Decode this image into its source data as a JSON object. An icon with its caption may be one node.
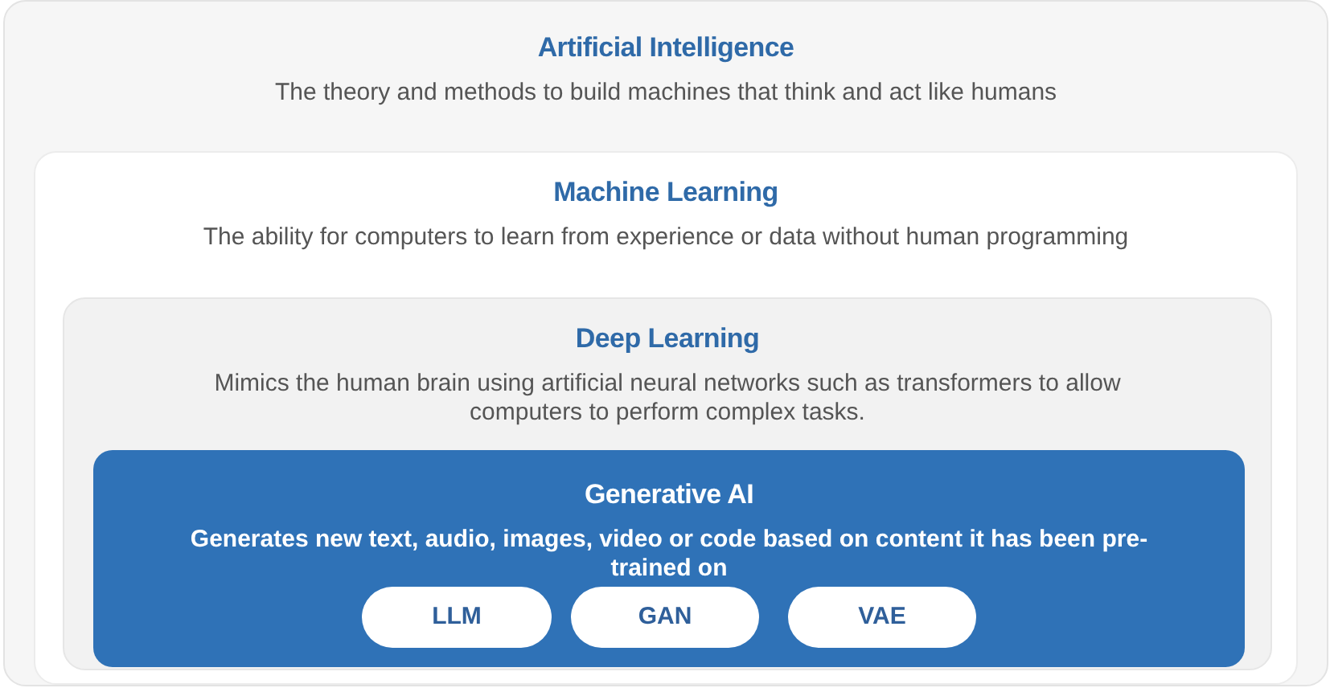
{
  "diagram": {
    "nodes": [
      {
        "text": [
          "Artificial Intelligence",
          "The theory and methods to build machines that think and act like humans"
        ]
      },
      {
        "text": [
          "Machine Learning",
          "The ability for computers to learn from experience or data without human programming"
        ],
        "in": 0
      },
      {
        "text": [
          "Deep Learning",
          "Mimics the human brain using artificial neural networks such as transformers to allow computers to perform complex tasks."
        ],
        "in": 1
      },
      {
        "text": [
          "Generative AI",
          "Generates new text, audio, images, video or code based on content it has been pre-trained on"
        ],
        "in": 2
      },
      {
        "text": [
          "LLM"
        ],
        "in": 3
      },
      {
        "text": [
          "GAN"
        ],
        "in": 3
      },
      {
        "text": [
          "VAE"
        ],
        "in": 3
      }
    ]
  }
}
